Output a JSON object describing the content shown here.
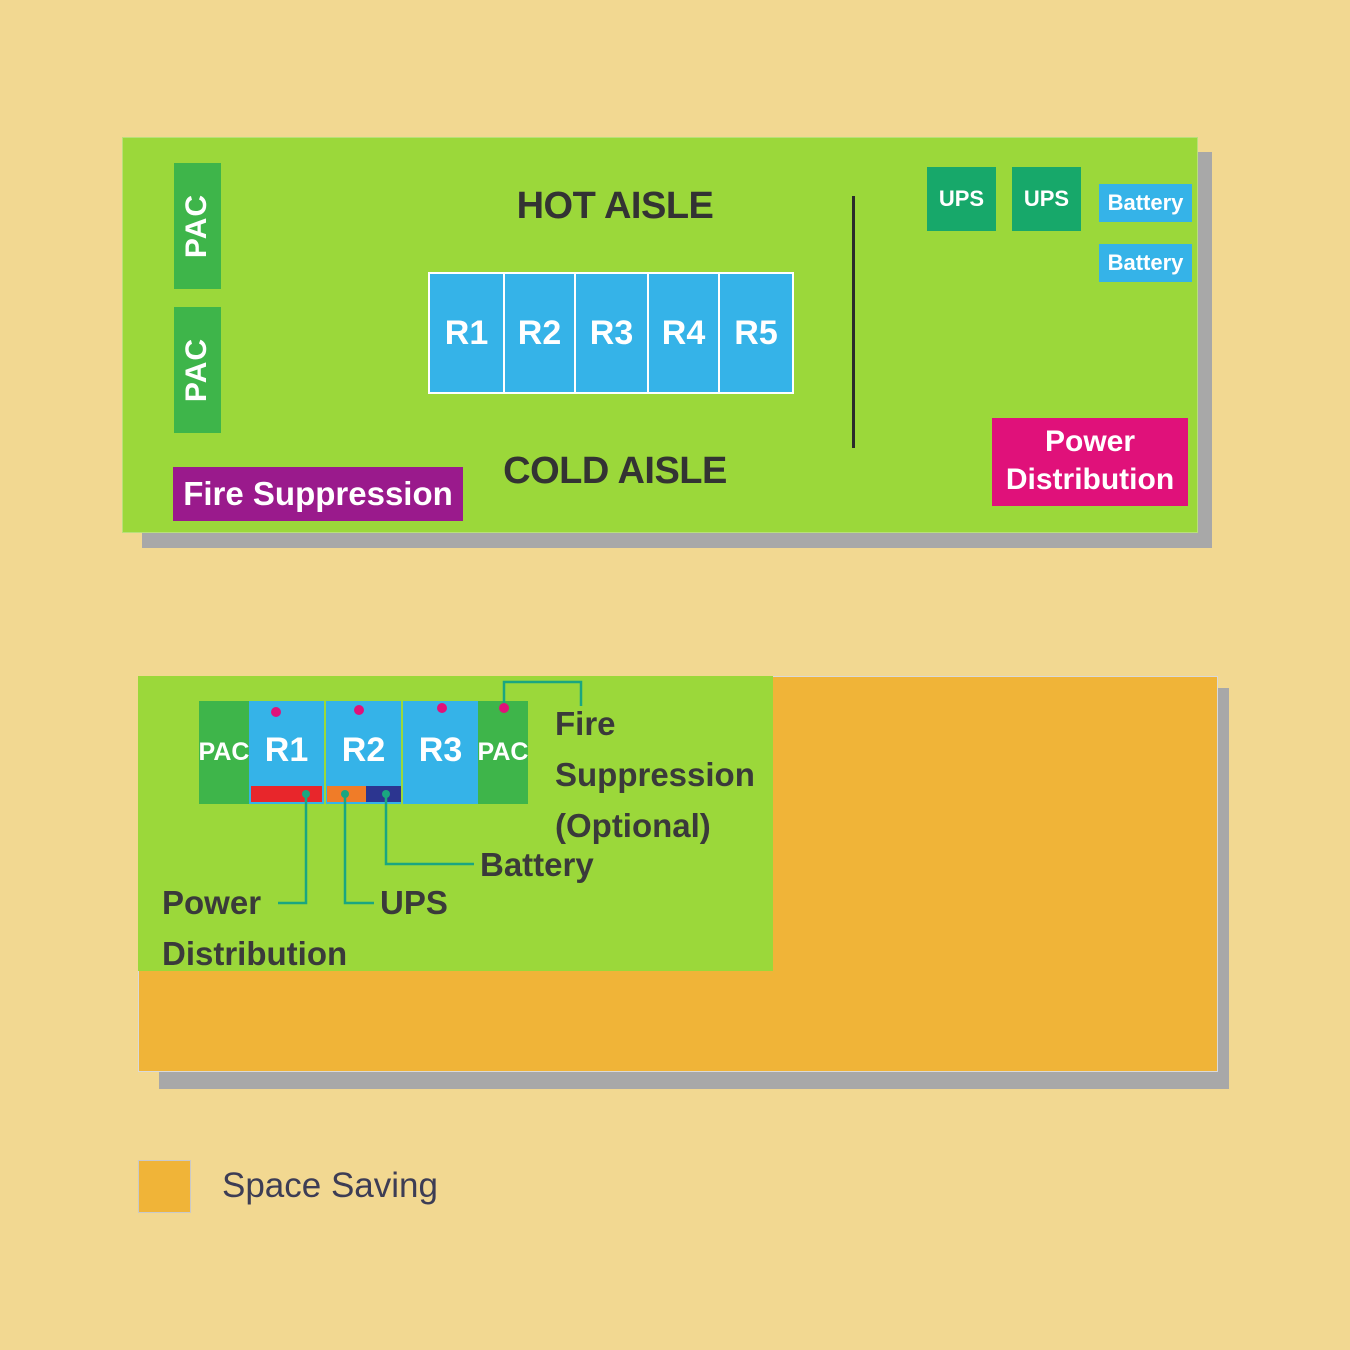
{
  "colors": {
    "background": "#f2d891",
    "floor_green": "#9bd83a",
    "pac_green": "#3eb54a",
    "rack_blue": "#35b3e8",
    "ups_green": "#17a86a",
    "fire_suppression": "#9a1a8c",
    "power_distribution": "#e0117a",
    "space_saving": "#f0b438",
    "power_bar": "#e8262b",
    "ups_bar": "#f07c28",
    "battery_bar": "#2c3590",
    "connector": "#1aa680",
    "dot": "#e0117a"
  },
  "top_layout": {
    "pac_labels": [
      "PAC",
      "PAC"
    ],
    "hot_aisle": "HOT AISLE",
    "cold_aisle": "COLD AISLE",
    "racks": [
      "R1",
      "R2",
      "R3",
      "R4",
      "R5"
    ],
    "ups_labels": [
      "UPS",
      "UPS"
    ],
    "battery_labels": [
      "Battery",
      "Battery"
    ],
    "fire_suppression": "Fire Suppression",
    "power_distribution_line1": "Power",
    "power_distribution_line2": "Distribution"
  },
  "bottom_layout": {
    "pac_left": "PAC",
    "pac_right": "PAC",
    "racks": [
      "R1",
      "R2",
      "R3"
    ],
    "fire_suppression_line1": "Fire",
    "fire_suppression_line2": "Suppression",
    "fire_suppression_line3": "(Optional)",
    "battery_label": "Battery",
    "ups_label": "UPS",
    "power_distribution_line1": "Power",
    "power_distribution_line2": "Distribution"
  },
  "legend": {
    "label": "Space Saving"
  }
}
